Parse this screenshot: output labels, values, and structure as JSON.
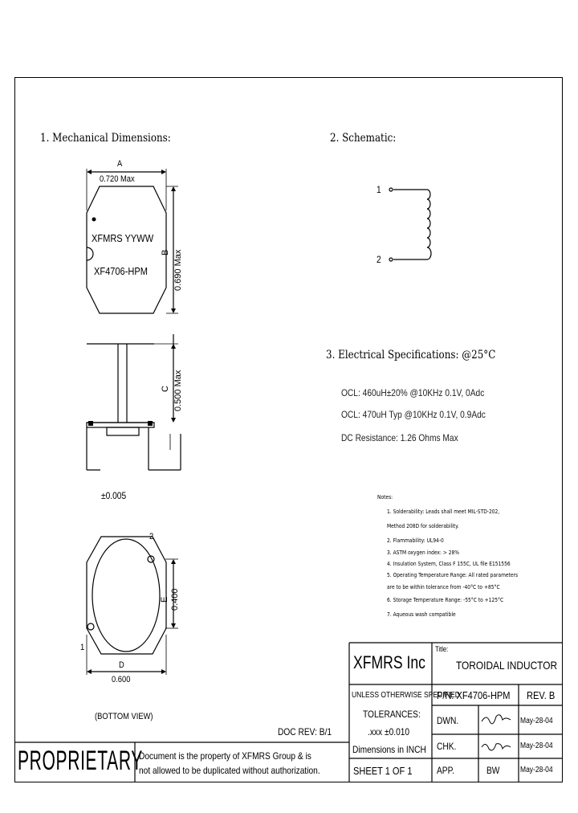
{
  "sections": {
    "mechanical_title": "1. Mechanical Dimensions:",
    "schematic_title": "2. Schematic:",
    "electrical_title": "3. Electrical Specifications: @25°C"
  },
  "mechanical": {
    "dim_a_letter": "A",
    "dim_a_value": "0.720 Max",
    "marking_line1": "XFMRS YYWW",
    "marking_line2": "XF4706-HPM",
    "dim_b_letter": "B",
    "dim_b_value": "0.690 Max",
    "dim_c_letter": "C",
    "dim_c_value": "0.500 Max",
    "tolerance_pin": "±0.005",
    "pin1": "1",
    "pin2": "2",
    "dim_e_letter": "E",
    "dim_e_value": "0.400",
    "dim_d_letter": "D",
    "dim_d_value": "0.600",
    "bottom_view": "(BOTTOM VIEW)"
  },
  "schematic": {
    "pin1": "1",
    "pin2": "2"
  },
  "electrical": {
    "line1": "OCL: 460uH±20% @10KHz 0.1V, 0Adc",
    "line2": "OCL: 470uH Typ @10KHz 0.1V, 0.9Adc",
    "line3": "DC Resistance: 1.26 Ohms Max"
  },
  "notes": {
    "heading": "Notes:",
    "items": [
      "1. Solderability: Leads shall meet MIL-STD-202,",
      "    Method 208D for solderability.",
      "2. Flammability: UL94-0",
      "3. ASTM oxygen index: > 28%",
      "4. Insulation System, Class F 155C, UL file E151556",
      "5. Operating Temperature Range: All rated parameters",
      "    are to be within tolerance from -40°C to +85°C",
      "6. Storage Temperature Range: -55°C to +125°C",
      "7. Aqueous wash compatible"
    ]
  },
  "doc_rev": "DOC REV: B/1",
  "title_block": {
    "company": "XFMRS Inc",
    "title_label": "Title:",
    "title": "TOROIDAL INDUCTOR",
    "unless_specified": "UNLESS OTHERWISE SPECIFIED",
    "tolerances": "TOLERANCES:",
    "tolerance_value": ".xxx ±0.010",
    "dimensions": "Dimensions in INCH",
    "part_number": "P/N: XF4706-HPM",
    "rev": "REV. B",
    "drawn_label": "DWN.",
    "drawn_date": "May-28-04",
    "checked_label": "CHK.",
    "checked_date": "May-28-04",
    "approved_label": "APP.",
    "approved_name": "BW",
    "approved_date": "May-28-04",
    "sheet": "SHEET 1 OF 1"
  },
  "proprietary": {
    "label": "PROPRIETARY",
    "text_line1": "Document is the property of XFMRS Group & is",
    "text_line2": "not allowed to be duplicated without authorization."
  }
}
